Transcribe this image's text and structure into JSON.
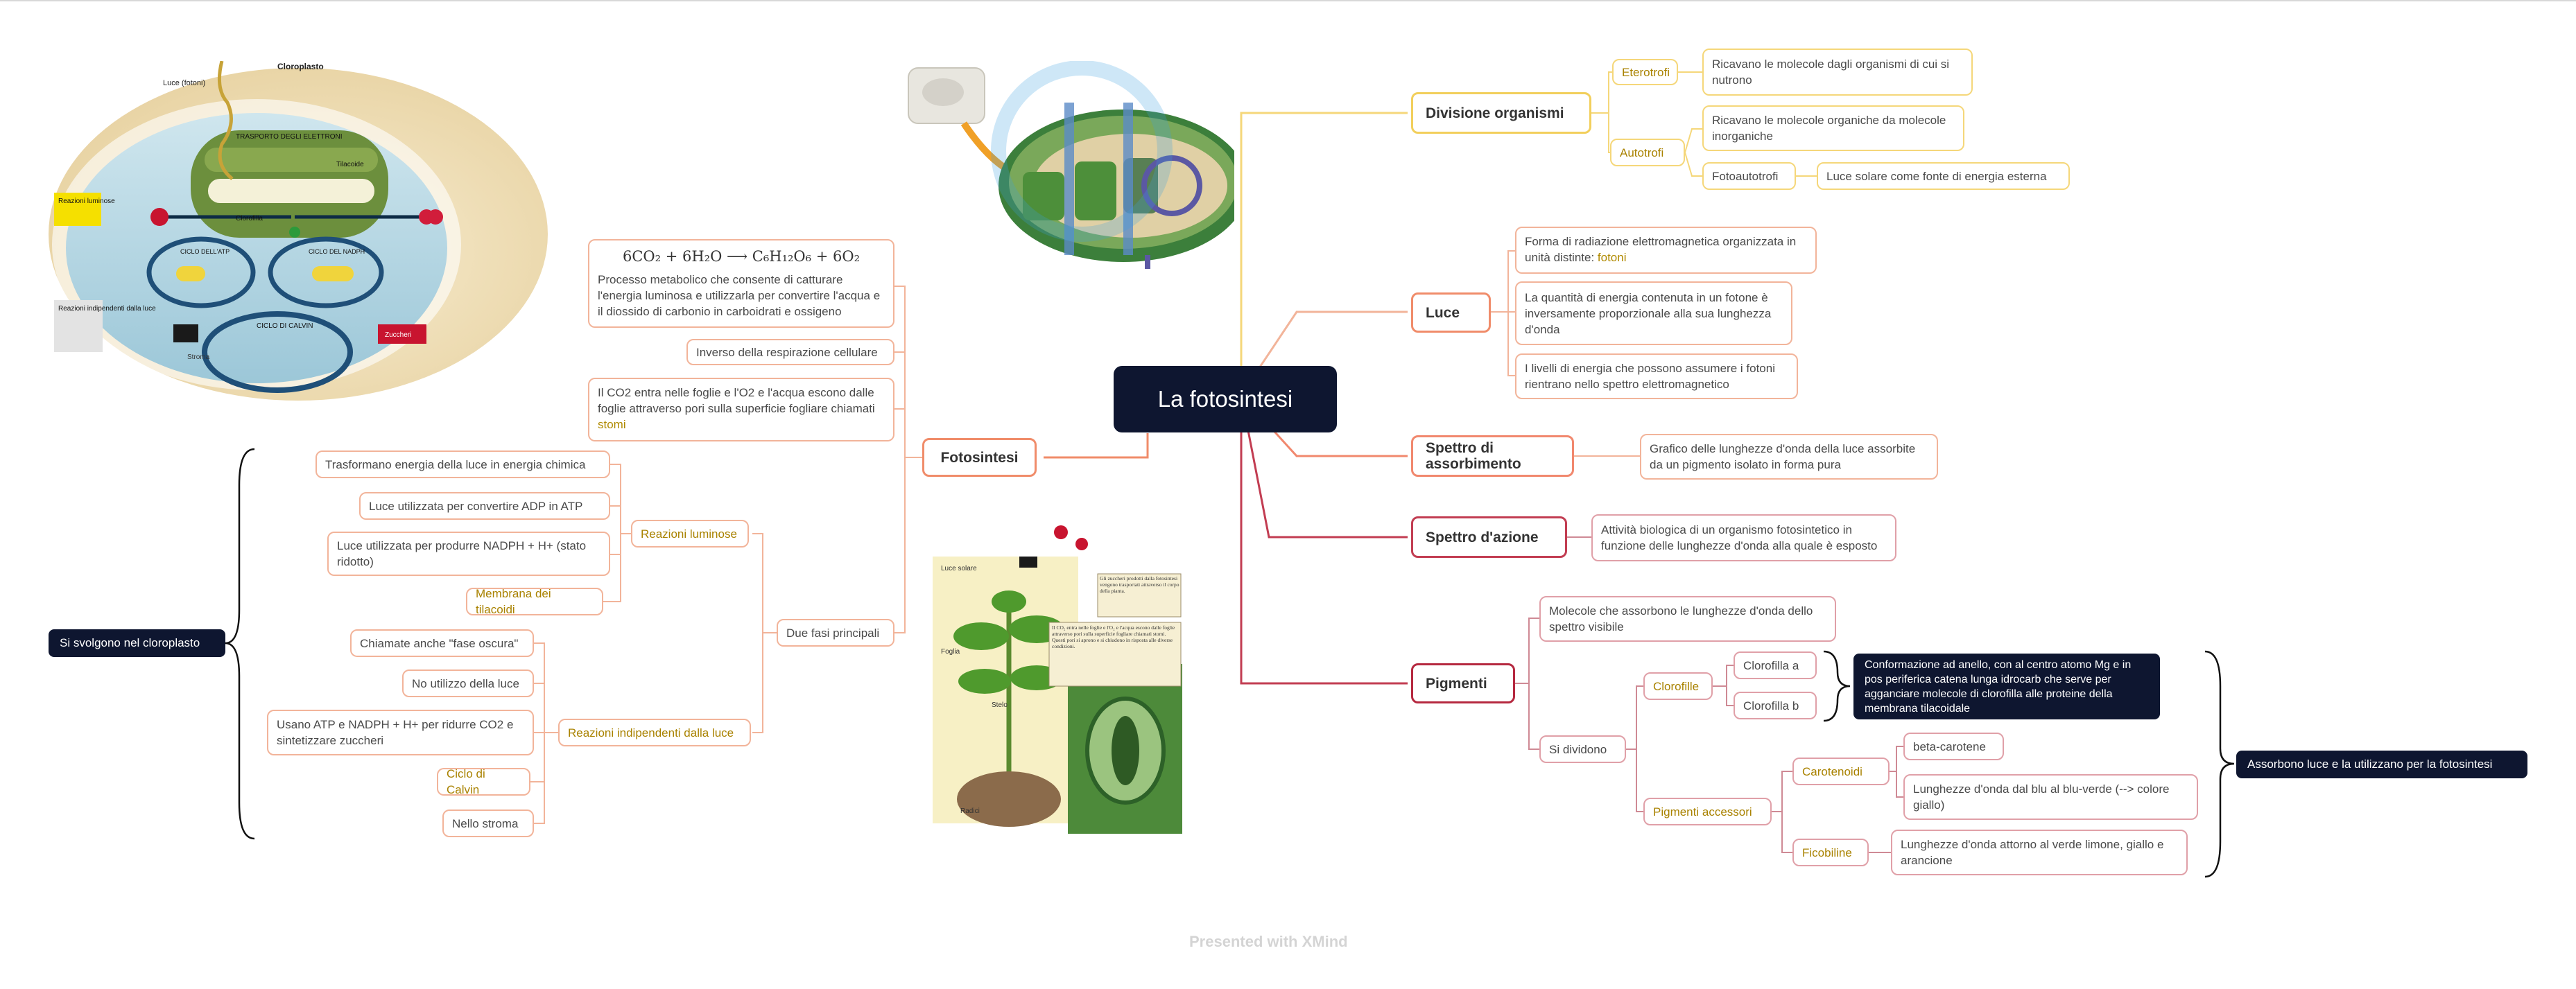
{
  "center": "La fotosintesi",
  "left": {
    "fotosintesi": "Fotosintesi",
    "formula": "6CO₂ + 6H₂O ⟶ C₆H₁₂O₆ + 6O₂",
    "descr": "Processo metabolico che consente di catturare l'energia luminosa e utilizzarla per convertire l'acqua e il diossido di carbonio in carboidrati e ossigeno",
    "inverso": "Inverso della respirazione cellulare",
    "stomi_pre": "Il CO2 entra nelle foglie e l'O2 e l'acqua escono dalle foglie attraverso pori sulla superficie fogliare chiamati ",
    "stomi_kw": "stomi",
    "due_fasi": "Due fasi principali",
    "reazioni_luminose": "Reazioni luminose",
    "rl_items": [
      "Trasformano energia della luce in energia chimica",
      "Luce utilizzata per convertire ADP in ATP",
      "Luce utilizzata per produrre NADPH + H+ (stato ridotto)",
      "Membrana dei tilacoidi"
    ],
    "reazioni_indipendenti": "Reazioni indipendenti dalla luce",
    "ri_items": [
      "Chiamate anche \"fase oscura\"",
      "No utilizzo della luce",
      "Usano ATP e NADPH + H+ per ridurre CO2 e sintetizzare zuccheri",
      "Ciclo di Calvin",
      "Nello stroma"
    ],
    "cloroplasto_summary": "Si svolgono nel cloroplasto"
  },
  "right": {
    "divisione": "Divisione organismi",
    "eterotrofi": "Eterotrofi",
    "eterotrofi_desc": "Ricavano le molecole dagli organismi di cui si nutrono",
    "autotrofi": "Autotrofi",
    "autotrofi_desc": "Ricavano le molecole organiche da molecole inorganiche",
    "fotoautotrofi": "Fotoautotrofi",
    "fotoautotrofi_desc": "Luce solare come fonte di energia esterna",
    "luce": "Luce",
    "luce_1_pre": "Forma di radiazione elettromagnetica organizzata in unità distinte: ",
    "luce_1_kw": "fotoni",
    "luce_2": "La quantità di energia contenuta in un fotone è inversamente proporzionale alla sua lunghezza d'onda",
    "luce_3": "I livelli di energia che possono assumere i fotoni rientrano nello spettro elettromagnetico",
    "spettro_ass": "Spettro di assorbimento",
    "spettro_ass_desc": "Grafico delle lunghezze d'onda della luce assorbite da un pigmento isolato in forma pura",
    "spettro_az": "Spettro d'azione",
    "spettro_az_desc": "Attività biologica di un organismo fotosintetico in funzione delle lunghezze d'onda alla quale è esposto",
    "pigmenti": "Pigmenti",
    "pigmenti_desc": "Molecole che assorbono le lunghezze d'onda dello spettro visibile",
    "si_dividono": "Si dividono",
    "clorofille": "Clorofille",
    "clorofilla_a": "Clorofilla a",
    "clorofilla_b": "Clorofilla b",
    "clorofille_summary": "Conformazione ad anello, con al centro atomo Mg e in pos periferica catena lunga idrocarb che serve per agganciare molecole di clorofilla alle proteine della membrana tilacoidale",
    "accessori": "Pigmenti accessori",
    "carotenoidi": "Carotenoidi",
    "beta": "beta-carotene",
    "carot_desc": "Lunghezze d'onda dal blu al blu-verde (--> colore giallo)",
    "ficobiline": "Ficobiline",
    "fico_desc": "Lunghezze d'onda attorno al verde limone, giallo e arancione",
    "pigmenti_summary": "Assorbono luce e la utilizzano per la fotosintesi"
  },
  "images": {
    "cloroplasto_title": "Cloroplasto",
    "luce_label": "Luce (fotoni)",
    "trasporto": "TRASPORTO DEGLI ELETTRONI",
    "tilacoide": "Tilacoide",
    "reazioni_luminose_lbl": "Reazioni luminose",
    "clorofilla": "Clorofilla",
    "ciclo_atp": "CICLO DELL'ATP",
    "ciclo_nadph": "CICLO DEL NADPH",
    "reazioni_indip_lbl": "Reazioni indipendenti dalla luce",
    "ciclo_calvin": "CICLO DI CALVIN",
    "zuccheri": "Zuccheri",
    "stroma": "Stroma",
    "pianta_luce": "Luce solare",
    "pianta_foglia": "Foglia",
    "pianta_stelo": "Stelo",
    "pianta_radici": "Radici",
    "pianta_nota1": "Gli zuccheri prodotti dalla fotosintesi vengono trasportati attraverso il corpo della pianta.",
    "pianta_nota2": "Il CO₂ entra nelle foglie e l'O₂ e l'acqua escono dalle foglie attraverso pori sulla superficie fogliare chiamati stomi. Questi pori si aprono e si chiudono in risposta alle diverse condizioni."
  },
  "footer": "Presented with XMind",
  "colors": {
    "center_bg": "#0e1630",
    "orange": "#f08c6a",
    "yellow": "#f2cf5c",
    "red": "#c23d52",
    "keyword": "#b08a00"
  }
}
